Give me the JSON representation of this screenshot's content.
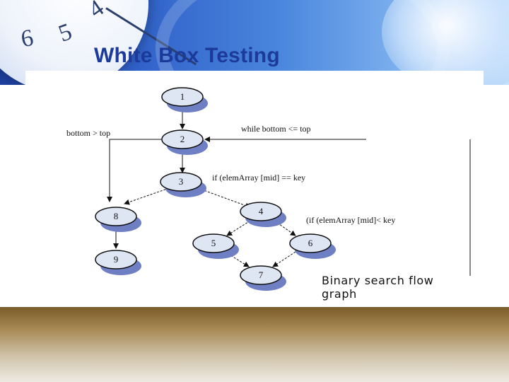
{
  "slide": {
    "title": "White Box Testing"
  },
  "background": {
    "clock_numbers": [
      "6",
      "5",
      "4"
    ],
    "banner_color": "#2f5fc8",
    "title_color": "#1c3a99",
    "node_fill": "#dfe6f3",
    "node_shadow": "#6f7fc4"
  },
  "diagram": {
    "nodes": [
      "1",
      "2",
      "3",
      "4",
      "5",
      "6",
      "7",
      "8",
      "9"
    ],
    "edge_labels": {
      "bottom_gt_top": "bottom > top",
      "while_loop": "while bottom <= top",
      "if_equal": "if (elemArray [mid] == key",
      "if_less": "(if (elemArray [mid]< key"
    },
    "caption": "Binary search flow graph"
  }
}
